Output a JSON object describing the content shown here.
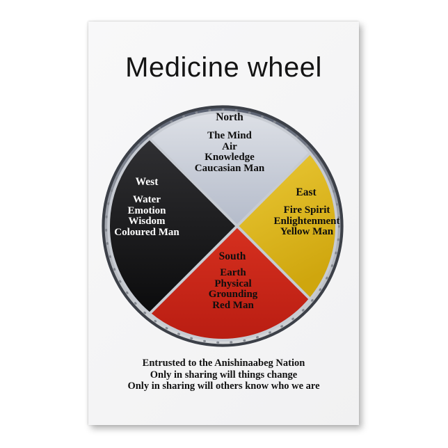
{
  "poster": {
    "title": "Medicine wheel",
    "wheel": {
      "rim_color": "#9ba0a9",
      "quadrants": {
        "north": {
          "label": "North",
          "lines": [
            "The Mind",
            "Air",
            "Knowledge",
            "Caucasian Man"
          ],
          "color": "#c4cad6",
          "text_color": "#0e0e0e"
        },
        "east": {
          "label": "East",
          "lines": [
            "Fire Spirit",
            "Enlightenment",
            "Yellow Man"
          ],
          "color": "#ddb71f",
          "text_color": "#0e0e0e"
        },
        "south": {
          "label": "South",
          "lines": [
            "Earth",
            "Physical",
            "Grounding",
            "Red Man"
          ],
          "color": "#c92619",
          "text_color": "#0e0e0e"
        },
        "west": {
          "label": "West",
          "lines": [
            "Water",
            "Emotion",
            "Wisdom",
            "Coloured Man"
          ],
          "color": "#171717",
          "text_color": "#ffffff"
        }
      }
    },
    "footer": {
      "lines": [
        "Entrusted to the Anishinaabeg Nation",
        "Only in sharing will things change",
        "Only in sharing will others know who we are"
      ]
    }
  }
}
